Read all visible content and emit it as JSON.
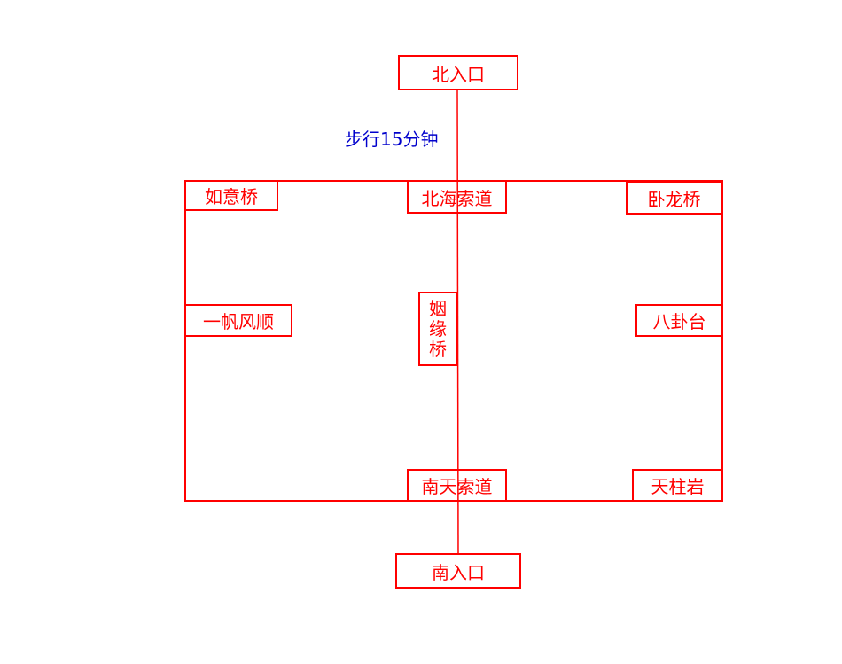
{
  "north_entrance": "北入口",
  "south_entrance": "南入口",
  "walk_label": "步行15分钟",
  "spots": {
    "ruyi_bridge": "如意桥",
    "beihai_cableway": "北海索道",
    "wolong_bridge": "卧龙桥",
    "yifan_fengshun": "一帆风顺",
    "yinyuan_bridge": [
      "姻",
      "缘",
      "桥"
    ],
    "bagua_terrace": "八卦台",
    "nantian_cableway": "南天索道",
    "tianzhu_rock": "天柱岩"
  },
  "colors": {
    "line": "#ff0000",
    "label": "#0000cc"
  }
}
